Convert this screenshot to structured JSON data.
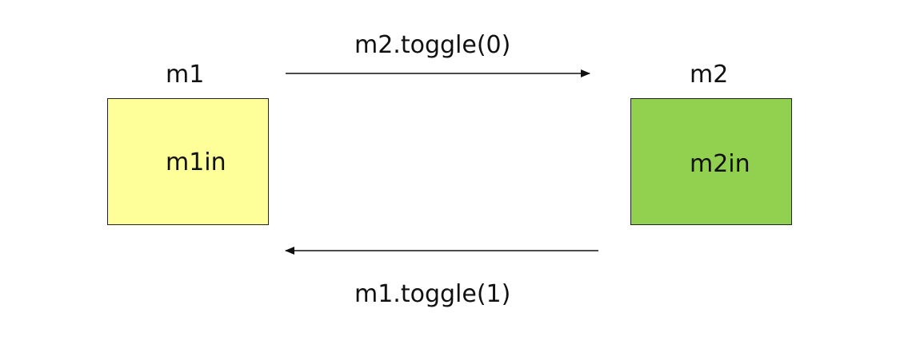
{
  "module_left": {
    "title": "m1",
    "inner": "m1in",
    "fill": "#FFFF99"
  },
  "module_right": {
    "title": "m2",
    "inner": "m2in",
    "fill": "#92D050"
  },
  "arrow_top": {
    "label": "m2.toggle(0)",
    "direction": "left-to-right"
  },
  "arrow_bottom": {
    "label": "m1.toggle(1)",
    "direction": "right-to-left"
  },
  "colors": {
    "stroke": "#222222",
    "text": "#111111"
  }
}
